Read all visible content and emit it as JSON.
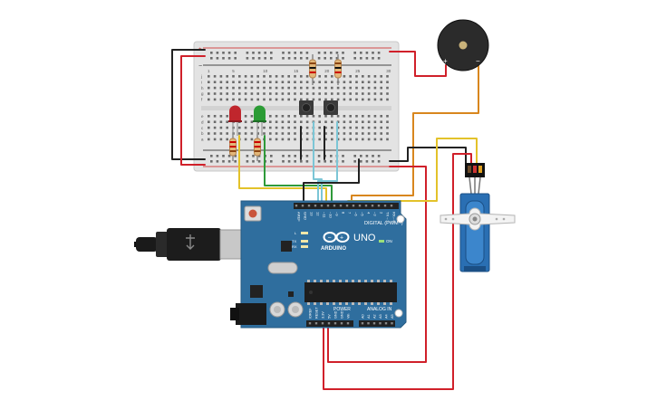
{
  "board": {
    "brand": "ARDUINO",
    "model": "UNO",
    "header_digital": "DIGITAL (PWM~)",
    "header_power": "POWER",
    "header_analog": "ANALOG IN",
    "on_label": "ON",
    "led_l": "L",
    "led_tx": "TX",
    "led_rx": "RX",
    "digital_pins": [
      "AREF",
      "GND",
      "13",
      "12",
      "~11",
      "~10",
      "~9",
      "8",
      "7",
      "~6",
      "~5",
      "4",
      "~3",
      "2",
      "TX→1",
      "RX←0"
    ],
    "power_pins": [
      "IOREF",
      "RESET",
      "3.3V",
      "5V",
      "GND",
      "GND",
      "Vin"
    ],
    "analog_pins": [
      "A0",
      "A1",
      "A2",
      "A3",
      "A4",
      "A5"
    ]
  },
  "buzzer": {
    "plus": "+",
    "minus": "−"
  },
  "breadboard": {
    "col_numbers": [
      "1",
      "5",
      "10",
      "15",
      "20",
      "25",
      "30"
    ],
    "row_letters_top": [
      "j",
      "i",
      "h",
      "g",
      "f"
    ],
    "row_letters_bottom": [
      "e",
      "d",
      "c",
      "b",
      "a"
    ],
    "rail_plus": "+",
    "rail_minus": "−"
  },
  "colors": {
    "board": "#2f6e9e",
    "breadboard": "#e6e6e6",
    "wire_red": "#d0202a",
    "wire_black": "#222222",
    "wire_yellow": "#e3c22a",
    "wire_green": "#2f9a3a",
    "wire_cyan": "#7cc6d6",
    "wire_orange": "#d8861e",
    "led_red": "#c0262d",
    "led_green": "#2b9c35",
    "servo": "#2a6fb3"
  }
}
